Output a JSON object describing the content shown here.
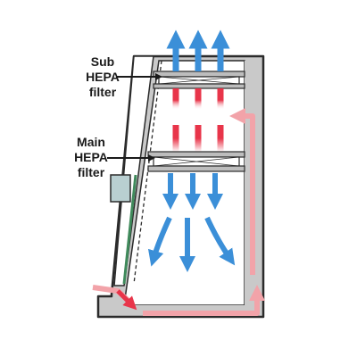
{
  "labels": {
    "sub_filter": [
      "Sub",
      "HEPA",
      "filter"
    ],
    "main_filter": [
      "Main",
      "HEPA",
      "filter"
    ]
  },
  "colors": {
    "cabinet_fill": "#c9c9c9",
    "cabinet_stroke": "#2b2b2b",
    "interior": "#ffffff",
    "blue_air": "#3b8fd8",
    "red_air": "#e8354a",
    "pink_air": "#f2a3a9",
    "sash_glass": "#b9cfd1",
    "sash_green": "#3f8a5b",
    "filter_grey": "#bdbdbd"
  },
  "icons": [
    "airflow-arrow-icon",
    "hepa-filter-icon",
    "leader-arrow-icon"
  ]
}
